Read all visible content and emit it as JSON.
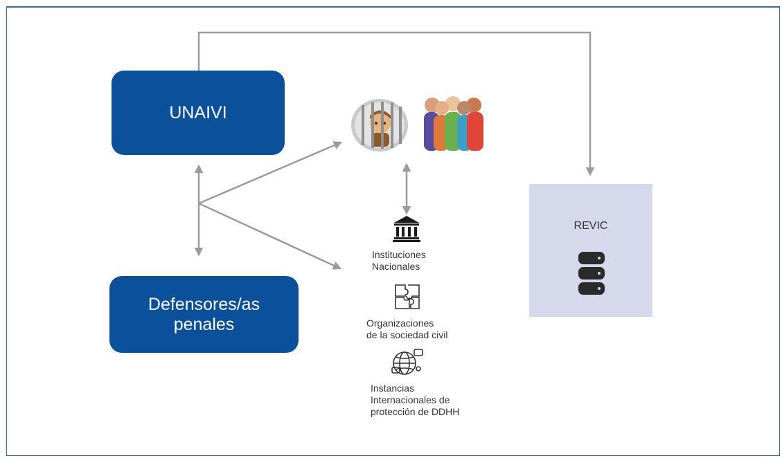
{
  "nodes": {
    "unaivi": "UNAIVI",
    "defensores": "Defensores/as\npenales",
    "revic": "REVIC"
  },
  "entities": [
    {
      "icon": "bank-building-icon",
      "label_lines": [
        "Instituciones",
        "Nacionales"
      ]
    },
    {
      "icon": "puzzle-organization-icon",
      "label_lines": [
        "Organizaciones",
        "de la sociedad civil"
      ]
    },
    {
      "icon": "globe-network-icon",
      "label_lines": [
        "Instancias",
        "Internacionales de",
        "protección de DDHH"
      ]
    }
  ],
  "illustrations": [
    {
      "icon": "prisoner-behind-bars-icon"
    },
    {
      "icon": "diverse-people-group-icon"
    }
  ],
  "revic_icon": "database-icon",
  "colors": {
    "primary_blue": "#0a509b",
    "frame_blue": "#2d6db4",
    "connector_gray": "#9b9b9b",
    "revic_background": "#d6d9eb"
  }
}
